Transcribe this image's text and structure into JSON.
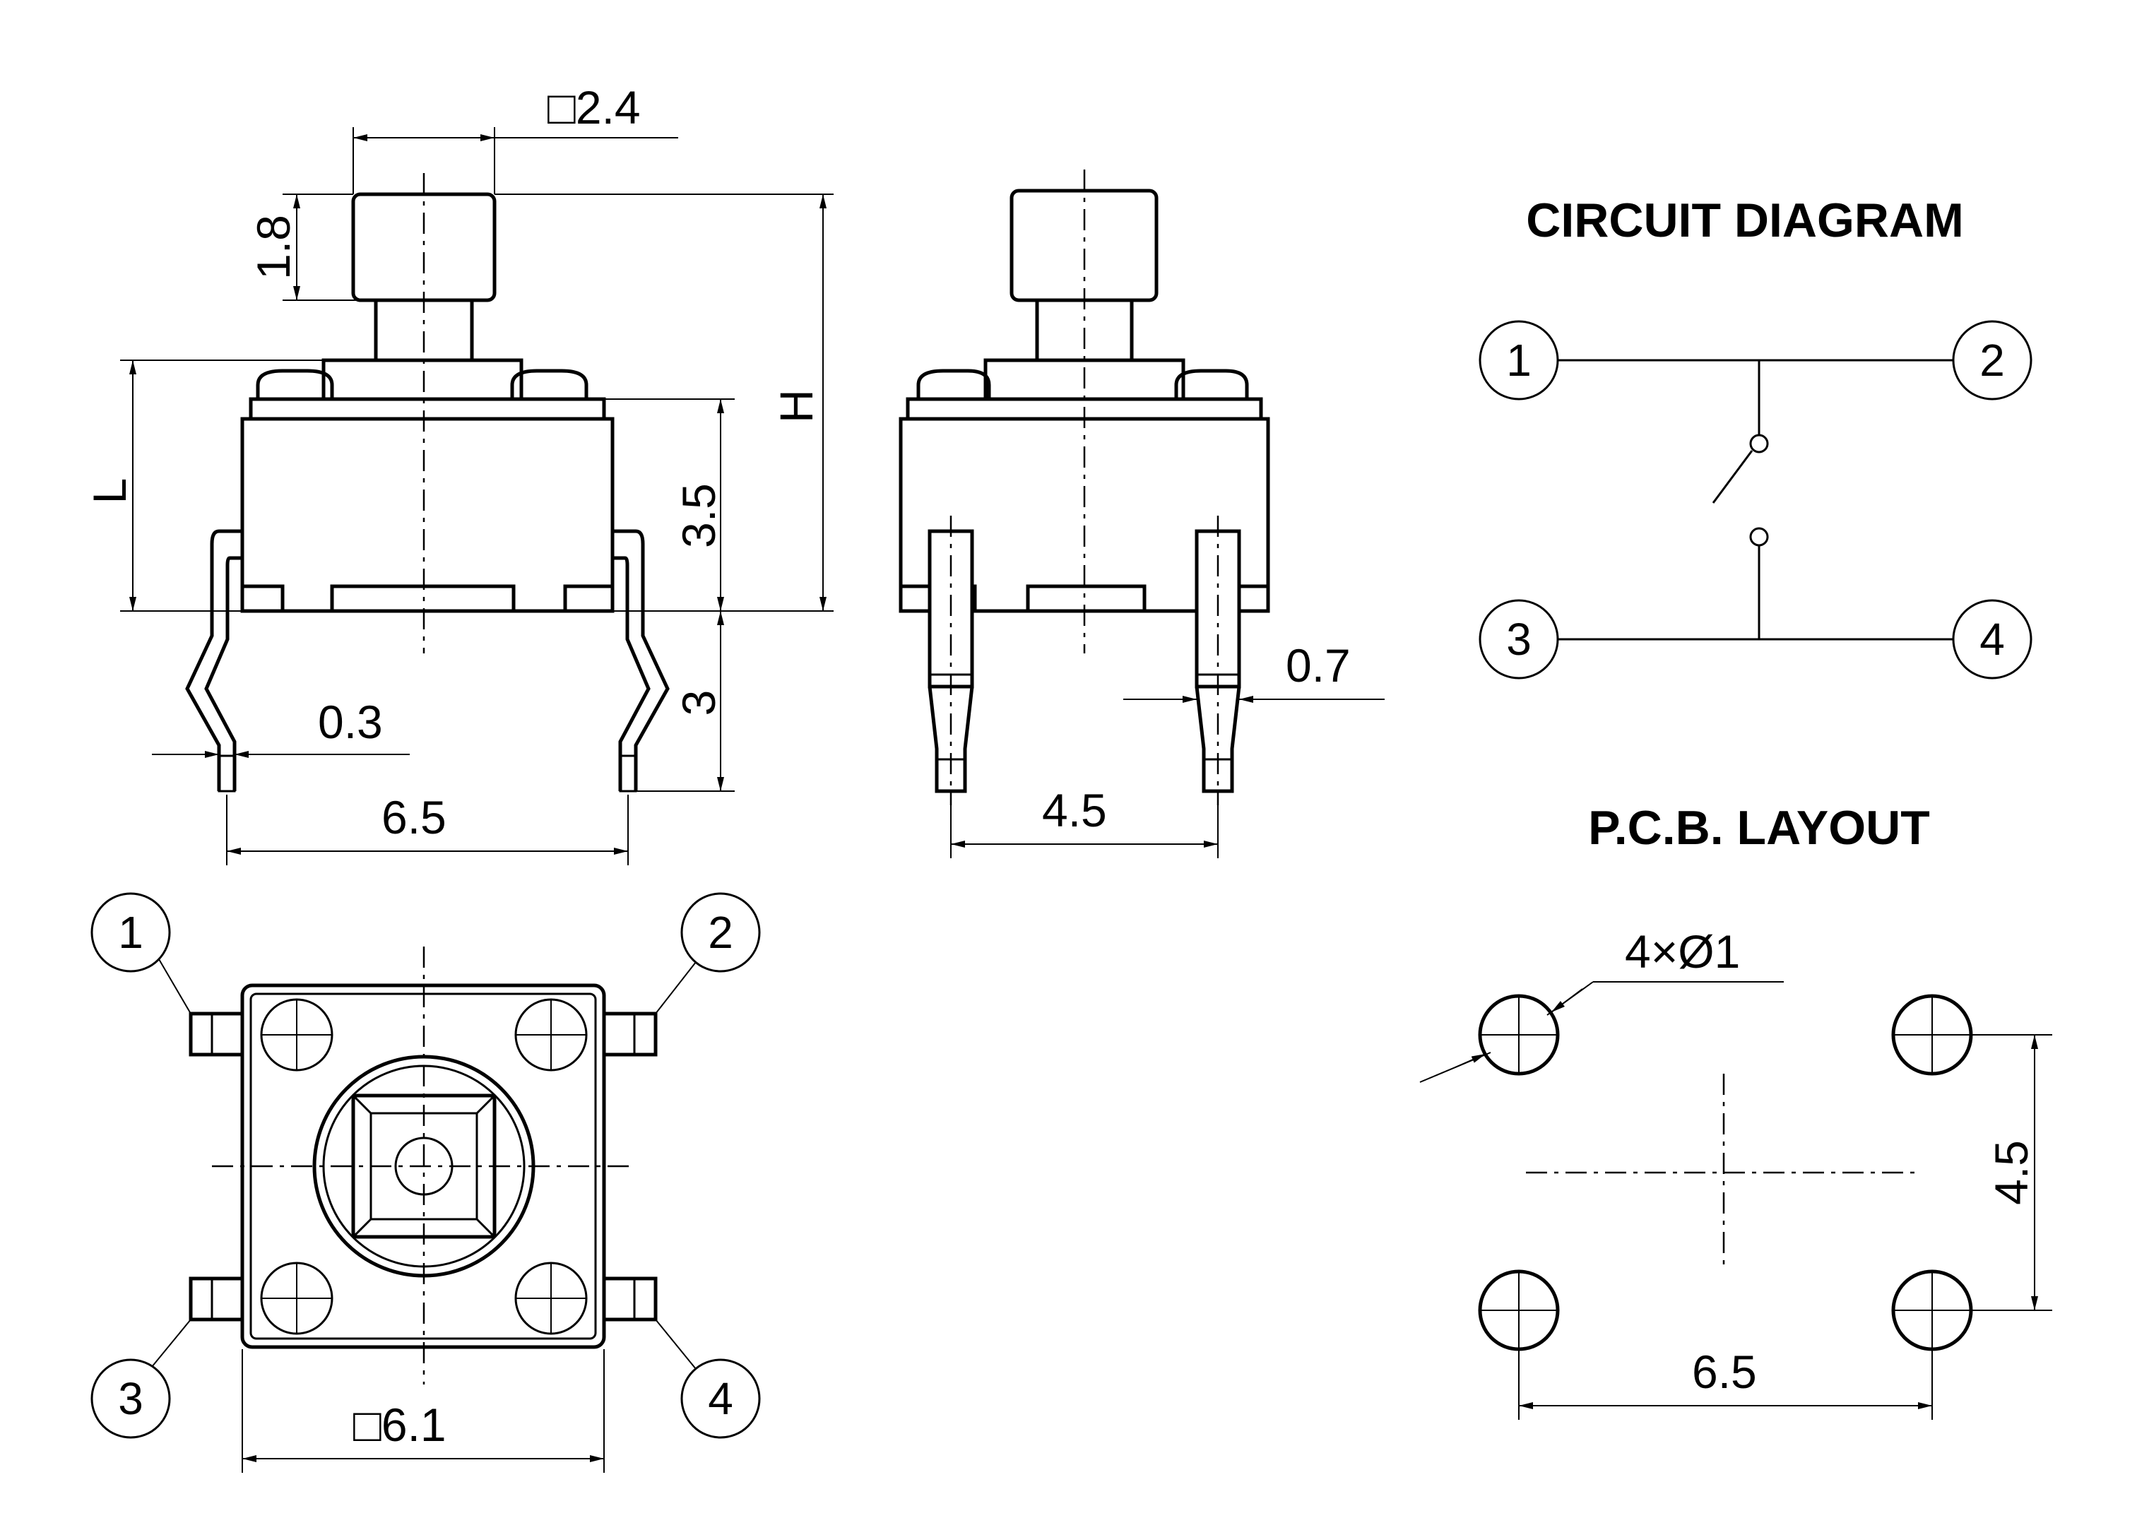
{
  "front_view": {
    "dim_cap_square": "□2.4",
    "dim_cap_height": "1.8",
    "dim_L": "L",
    "dim_H": "H",
    "dim_body_height": "3.5",
    "dim_lead_length": "3",
    "dim_lead_thickness": "0.3",
    "dim_lead_span": "6.5"
  },
  "side_view": {
    "dim_lead_width": "0.7",
    "dim_lead_span": "4.5"
  },
  "top_view": {
    "pins": [
      "1",
      "2",
      "3",
      "4"
    ],
    "dim_body_square": "□6.1"
  },
  "circuit_diagram": {
    "title": "CIRCUIT DIAGRAM",
    "pins": [
      "1",
      "2",
      "3",
      "4"
    ]
  },
  "pcb_layout": {
    "title": "P.C.B. LAYOUT",
    "dim_holes": "4×Ø1",
    "dim_vertical": "4.5",
    "dim_horizontal": "6.5"
  }
}
